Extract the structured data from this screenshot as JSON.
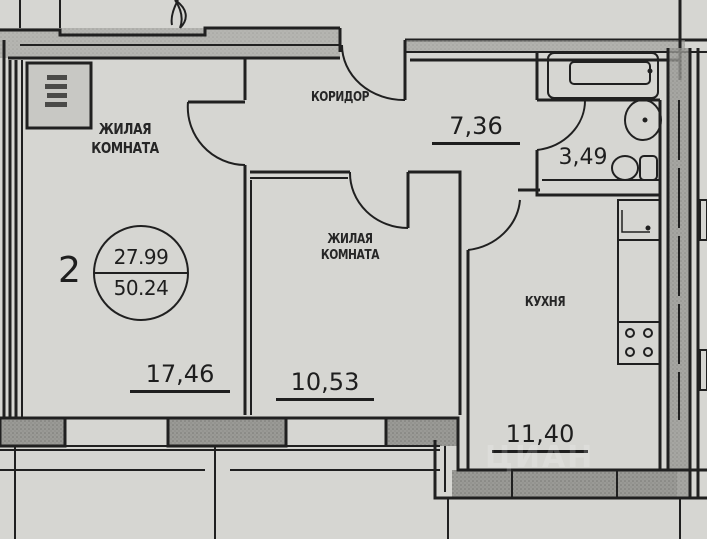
{
  "plan": {
    "type": "apartment-floor-plan",
    "room_count": "2",
    "living_area": "27.99",
    "total_area": "50.24",
    "colors": {
      "paper": "#d6d6d2",
      "wall_fill": "#8f8f8c",
      "line": "#202020"
    }
  },
  "rooms": [
    {
      "id": "living-room-1",
      "label_line1": "ЖИЛАЯ",
      "label_line2": "КОМНАТА",
      "area": "17,46"
    },
    {
      "id": "corridor",
      "label_line1": "КОРИДОР",
      "label_line2": "",
      "area": "7,36"
    },
    {
      "id": "living-room-2",
      "label_line1": "ЖИЛАЯ",
      "label_line2": "КОМНАТА",
      "area": "10,53"
    },
    {
      "id": "kitchen",
      "label_line1": "КУХНЯ",
      "label_line2": "",
      "area": "11,40"
    },
    {
      "id": "bathroom",
      "label_line1": "",
      "label_line2": "",
      "area": "3,49"
    }
  ],
  "fixtures": [
    "ventilation-shaft",
    "bathtub",
    "sink",
    "toilet",
    "kitchen-counter",
    "fridge",
    "stove"
  ],
  "watermark": "ЦИАН"
}
